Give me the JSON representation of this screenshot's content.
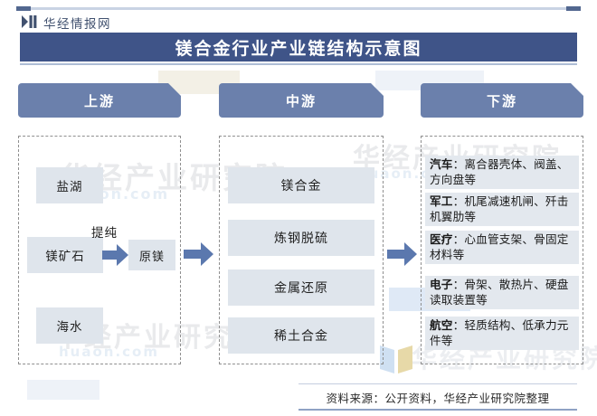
{
  "brand": {
    "name": "华经情报网",
    "icon": "play-pause-logo-icon"
  },
  "title": "镁合金行业产业链结构示意图",
  "columns": {
    "upstream": {
      "header": "上游",
      "sources": [
        "盐湖",
        "镁矿石",
        "海水"
      ],
      "process_label": "提纯",
      "output": "原镁"
    },
    "midstream": {
      "header": "中游",
      "items": [
        "镁合金",
        "炼钢脱硫",
        "金属还原",
        "稀土合金"
      ]
    },
    "downstream": {
      "header": "下游",
      "items": [
        {
          "category": "汽车",
          "detail": "离合器壳体、阀盖、方向盘等"
        },
        {
          "category": "军工",
          "detail": "机尾减速机闸、歼击机翼肋等"
        },
        {
          "category": "医疗",
          "detail": "心血管支架、骨固定材料等"
        },
        {
          "category": "电子",
          "detail": "骨架、散热片、硬盘读取装置等"
        },
        {
          "category": "航空",
          "detail": "轻质结构、低承力元件等"
        }
      ]
    }
  },
  "watermark": {
    "cn": "华经产业研究院",
    "url": "huaon.com"
  },
  "footer": "资料来源：公开资料，华经产业研究院整理",
  "colors": {
    "title_bar": "#3f5488",
    "column_header": "#6b80ac",
    "chip": "#dfe5ec",
    "card": "#e3e8ee",
    "arrow": "#5b78ae",
    "dashed_border": "#8f8f8f",
    "brand_text": "#41516f"
  }
}
